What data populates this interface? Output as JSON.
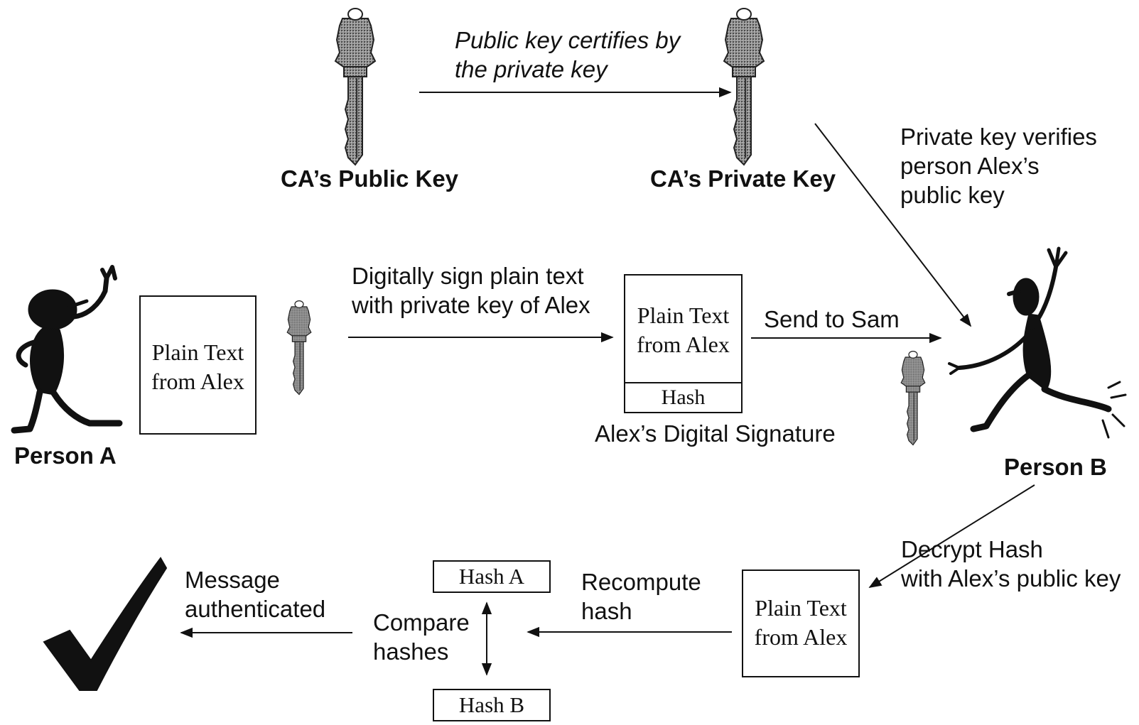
{
  "keys": {
    "ca_public_label": "CA’s Public Key",
    "ca_private_label": "CA’s Private Key"
  },
  "arrows": {
    "certify_label": "Public key certifies by\nthe private key",
    "verify_label": "Private key verifies\nperson Alex’s\npublic key",
    "sign_label": "Digitally sign plain text\nwith private key of Alex",
    "send_label": "Send to Sam",
    "decrypt_label": "Decrypt Hash\nwith Alex’s public key",
    "recompute_label": "Recompute\nhash",
    "compare_label": "Compare\nhashes",
    "authenticated_label": "Message\nauthenticated"
  },
  "people": {
    "person_a": "Person A",
    "person_b": "Person B"
  },
  "boxes": {
    "plain_text_a": "Plain Text\nfrom Alex",
    "signature_plain": "Plain Text\nfrom Alex",
    "signature_hash": "Hash",
    "signature_caption": "Alex’s Digital Signature",
    "received_plain": "Plain Text\nfrom Alex",
    "hash_a": "Hash A",
    "hash_b": "Hash B",
    "checked_plain": "Plain Text\nfrom Alex"
  },
  "icons": {
    "key": "key-icon",
    "person": "stick-figure-icon",
    "check": "checkmark-icon"
  },
  "colors": {
    "ink": "#111111",
    "key_fill": "#8a8a8a"
  }
}
